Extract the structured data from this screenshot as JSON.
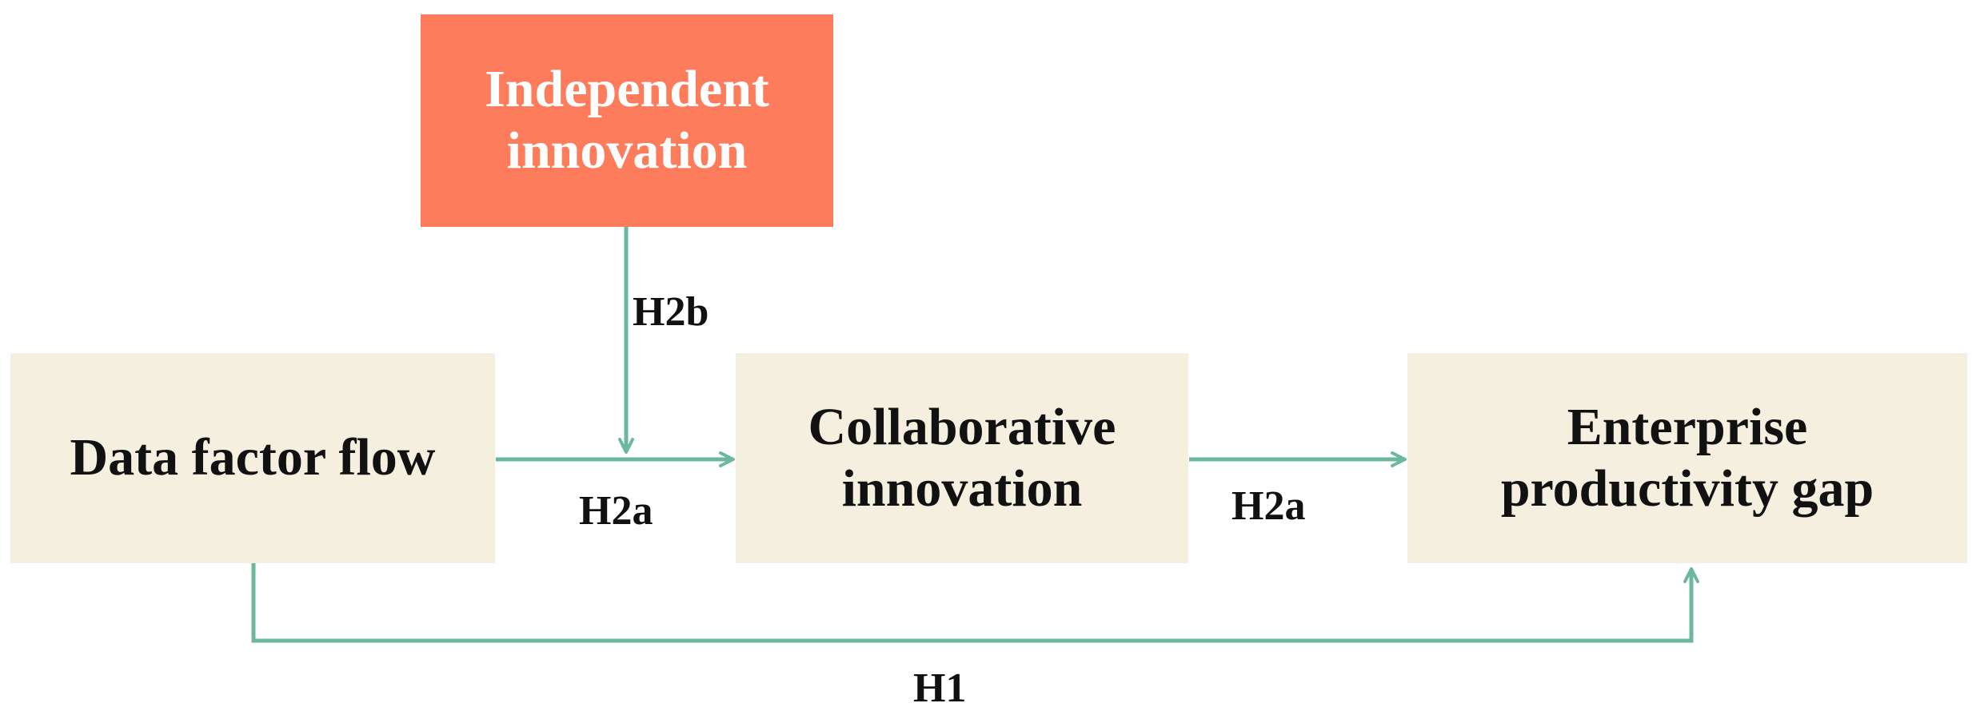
{
  "colors": {
    "arrow": "#6cb89c",
    "node_fill": "#f4efdf",
    "moderator_fill": "#fc7c5c",
    "node_text": "#111111",
    "moderator_text": "#ffffff"
  },
  "nodes": {
    "independent": {
      "line1": "Independent",
      "line2": "innovation"
    },
    "data_flow": {
      "line1": "Data factor flow"
    },
    "collaborative": {
      "line1": "Collaborative",
      "line2": "innovation"
    },
    "enterprise": {
      "line1": "Enterprise",
      "line2": "productivity gap"
    }
  },
  "labels": {
    "h2b": "H2b",
    "h2a_left": "H2a",
    "h2a_right": "H2a",
    "h1": "H1"
  }
}
